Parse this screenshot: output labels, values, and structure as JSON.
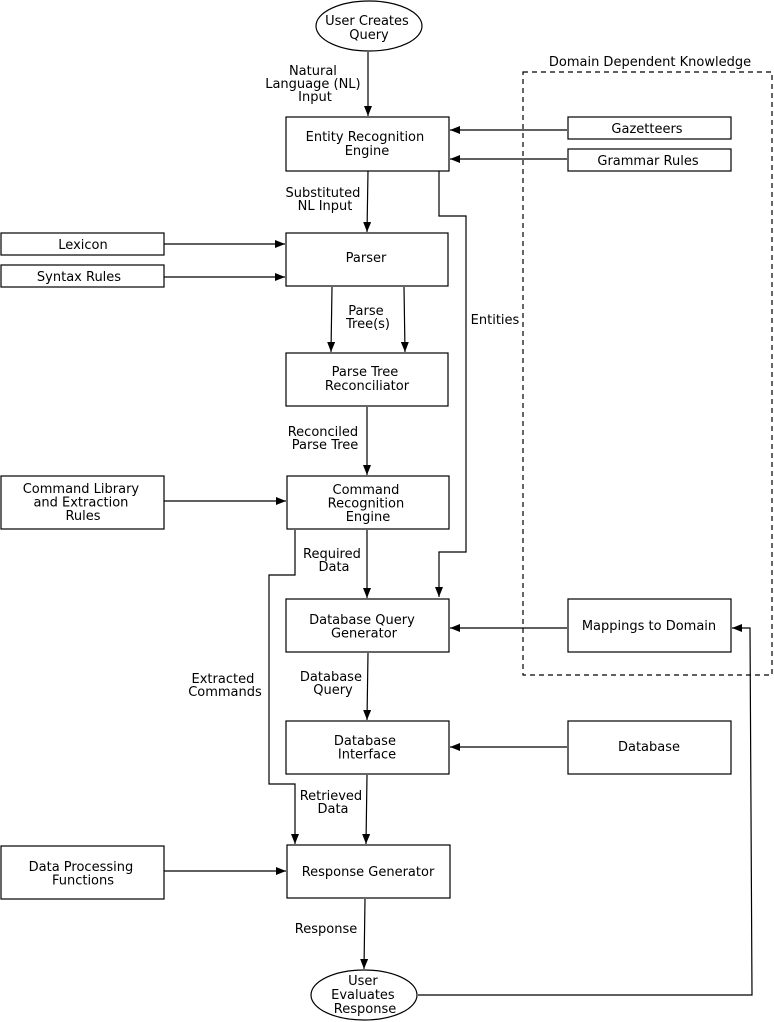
{
  "diagram": {
    "region_title": "Domain Dependent Knowledge",
    "nodes": {
      "start": [
        "User Creates",
        "Query"
      ],
      "entity_engine": [
        "Entity Recognition",
        "Engine"
      ],
      "gazetteers": [
        "Gazetteers"
      ],
      "grammar_rules": [
        "Grammar Rules"
      ],
      "lexicon": [
        "Lexicon"
      ],
      "syntax_rules": [
        "Syntax Rules"
      ],
      "parser": [
        "Parser"
      ],
      "reconciliator": [
        "Parse Tree",
        "Reconciliator"
      ],
      "command_library": [
        "Command Library",
        "and Extraction",
        "Rules"
      ],
      "command_engine": [
        "Command",
        "Recognition",
        "Engine"
      ],
      "query_generator": [
        "Database Query",
        "Generator"
      ],
      "mappings": [
        "Mappings to Domain"
      ],
      "db_interface": [
        "Database",
        "Interface"
      ],
      "database": [
        "Database"
      ],
      "data_processing": [
        "Data Processing",
        "Functions"
      ],
      "response_generator": [
        "Response Generator"
      ],
      "end": [
        "User",
        "Evaluates",
        "Response"
      ]
    },
    "edge_labels": {
      "nl_input": [
        "Natural",
        "Language (NL)",
        "Input"
      ],
      "substituted": [
        "Substituted",
        "NL Input"
      ],
      "parse_trees": [
        "Parse",
        "Tree(s)"
      ],
      "entities": [
        "Entities"
      ],
      "reconciled": [
        "Reconciled",
        "Parse Tree"
      ],
      "required": [
        "Required",
        "Data"
      ],
      "extracted": [
        "Extracted",
        "Commands"
      ],
      "db_query": [
        "Database",
        "Query"
      ],
      "retrieved": [
        "Retrieved",
        "Data"
      ],
      "response": [
        "Response"
      ]
    }
  }
}
